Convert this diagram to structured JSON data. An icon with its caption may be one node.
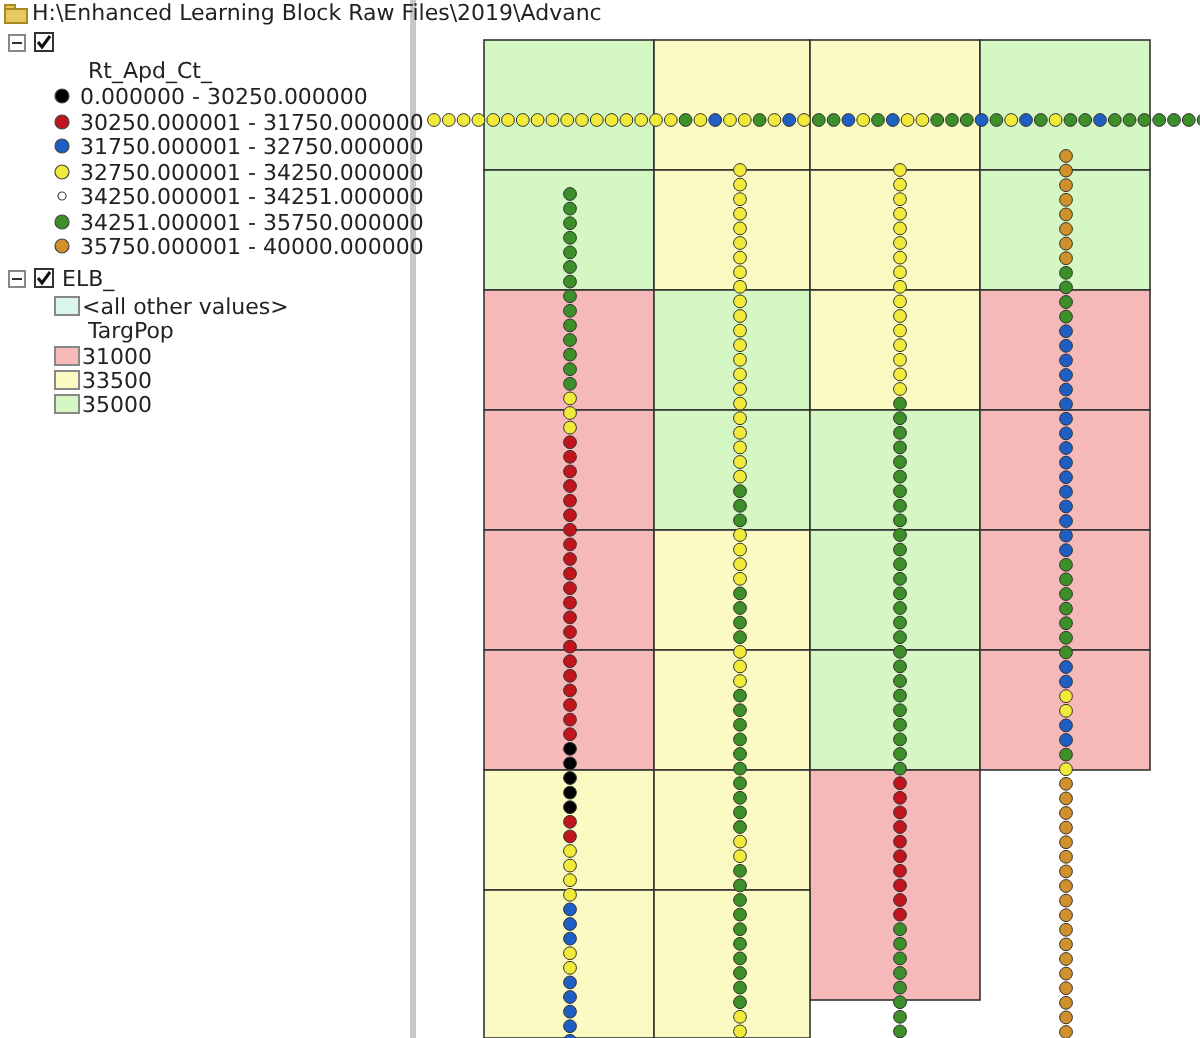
{
  "diagram": {
    "labels": [
      "H:\\Enhanced Learning Block Raw Files\\2019\\Advanc",
      "Rt_Apd_Ct_",
      "ELB_",
      "TargPop"
    ],
    "legend": [
      {
        "text": "0.000000 - 30250.000000",
        "color": "#000000"
      },
      {
        "text": "30250.000001 - 31750.000000",
        "color": "#c0151c"
      },
      {
        "text": "31750.000001 - 32750.000000",
        "color": "#1f5fc4"
      },
      {
        "text": "32750.000001 - 34250.000000",
        "color": "#f2ea3a"
      },
      {
        "text": "34250.000001 - 34251.000000",
        "color": "#ffffff"
      },
      {
        "text": "34251.000001 - 35750.000000",
        "color": "#3d8f2a"
      },
      {
        "text": "35750.000001 - 40000.000000",
        "color": "#d0902c"
      },
      {
        "text": "<all other values>",
        "color": "#d9f5ee"
      },
      {
        "text": "31000",
        "color": "#f6b9b9"
      },
      {
        "text": "33500",
        "color": "#fafac2"
      },
      {
        "text": "35000",
        "color": "#d4f7c4"
      }
    ]
  }
}
